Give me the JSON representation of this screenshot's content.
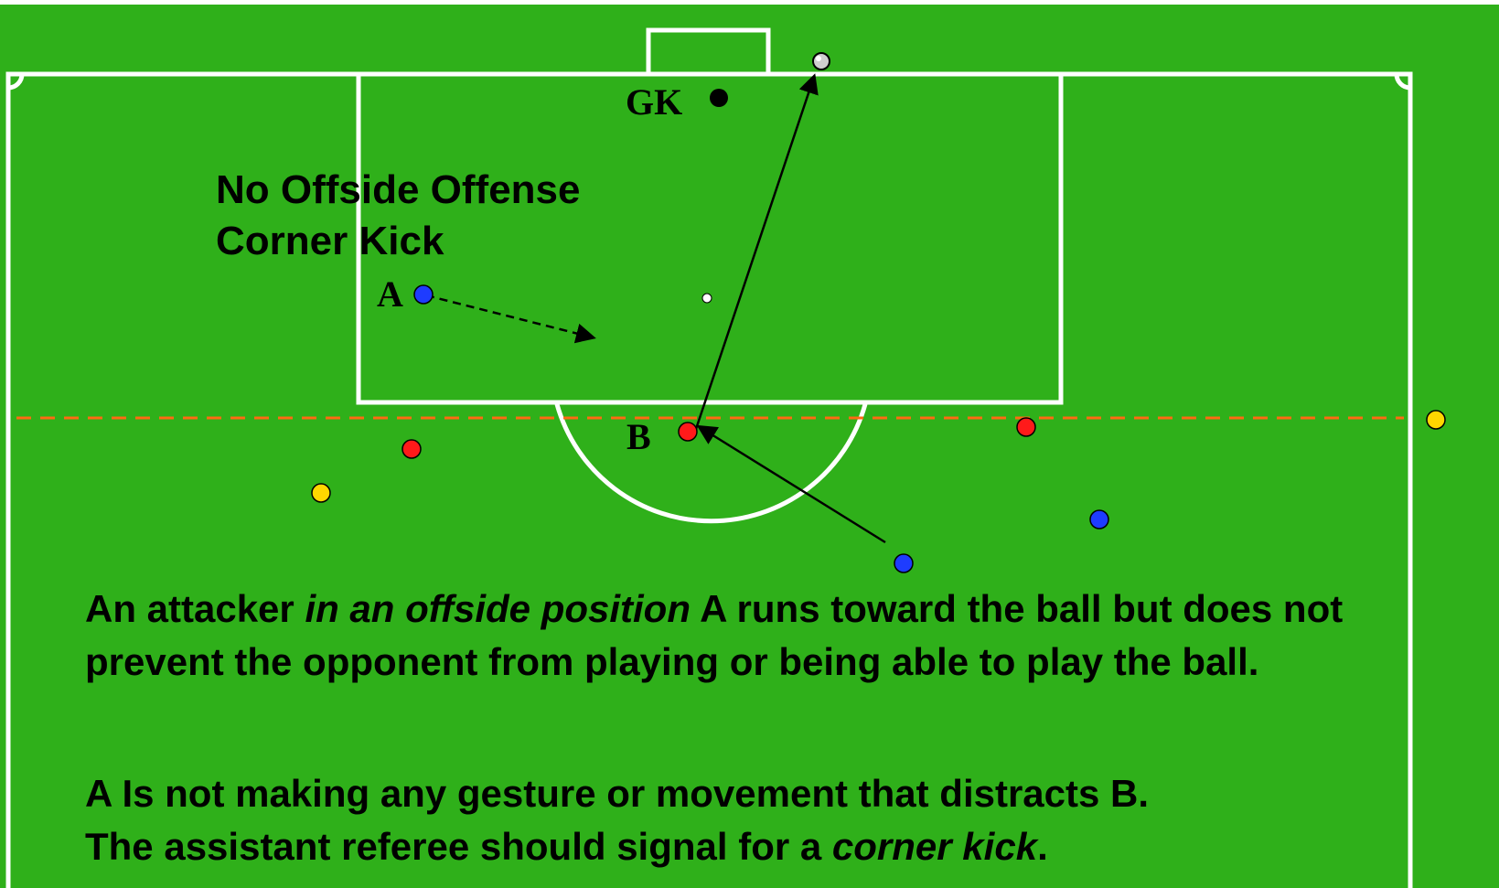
{
  "title_line1": "No Offside Offense",
  "title_line2": "Corner Kick",
  "labels": {
    "gk": "GK",
    "a": "A",
    "b": "B"
  },
  "caption1": {
    "part1": "An attacker ",
    "part2_italic": "in an offside position",
    "part3": " A runs toward the ball but does not prevent the opponent from playing or being able to play the ball."
  },
  "caption2": {
    "line1": "A Is not making any gesture or movement that distracts B.",
    "part1": "The assistant referee should signal for a ",
    "part2_italic": "corner kick",
    "part3": "."
  },
  "colors": {
    "pitch": "#2fb01a",
    "lines": "#ffffff",
    "offside_line": "#ff6a13",
    "attacker": "#1e3cff",
    "defender": "#ff1a1a",
    "referee": "#ffd700",
    "goalkeeper": "#000000"
  },
  "icons": {
    "ball": "soccer-ball-icon"
  }
}
